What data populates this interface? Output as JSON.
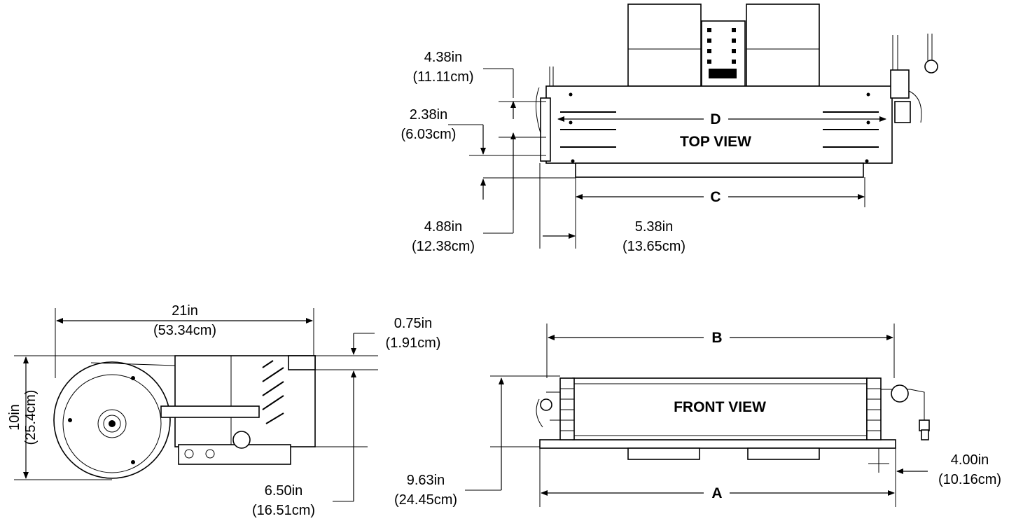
{
  "top_view": {
    "title": "TOP VIEW",
    "label_d": "D",
    "label_c": "C",
    "dim_438": {
      "in": "4.38in",
      "cm": "(11.11cm)"
    },
    "dim_238": {
      "in": "2.38in",
      "cm": "(6.03cm)"
    },
    "dim_488": {
      "in": "4.88in",
      "cm": "(12.38cm)"
    },
    "dim_538": {
      "in": "5.38in",
      "cm": "(13.65cm)"
    }
  },
  "side_view": {
    "dim_21": {
      "in": "21in",
      "cm": "(53.34cm)"
    },
    "dim_075": {
      "in": "0.75in",
      "cm": "(1.91cm)"
    },
    "dim_10": {
      "in": "10in",
      "cm": "(25.4cm)"
    },
    "dim_650": {
      "in": "6.50in",
      "cm": "(16.51cm)"
    }
  },
  "front_view": {
    "title": "FRONT VIEW",
    "label_b": "B",
    "label_a": "A",
    "dim_963": {
      "in": "9.63in",
      "cm": "(24.45cm)"
    },
    "dim_400": {
      "in": "4.00in",
      "cm": "(10.16cm)"
    }
  },
  "icons": [
    "arrowhead-icon"
  ]
}
